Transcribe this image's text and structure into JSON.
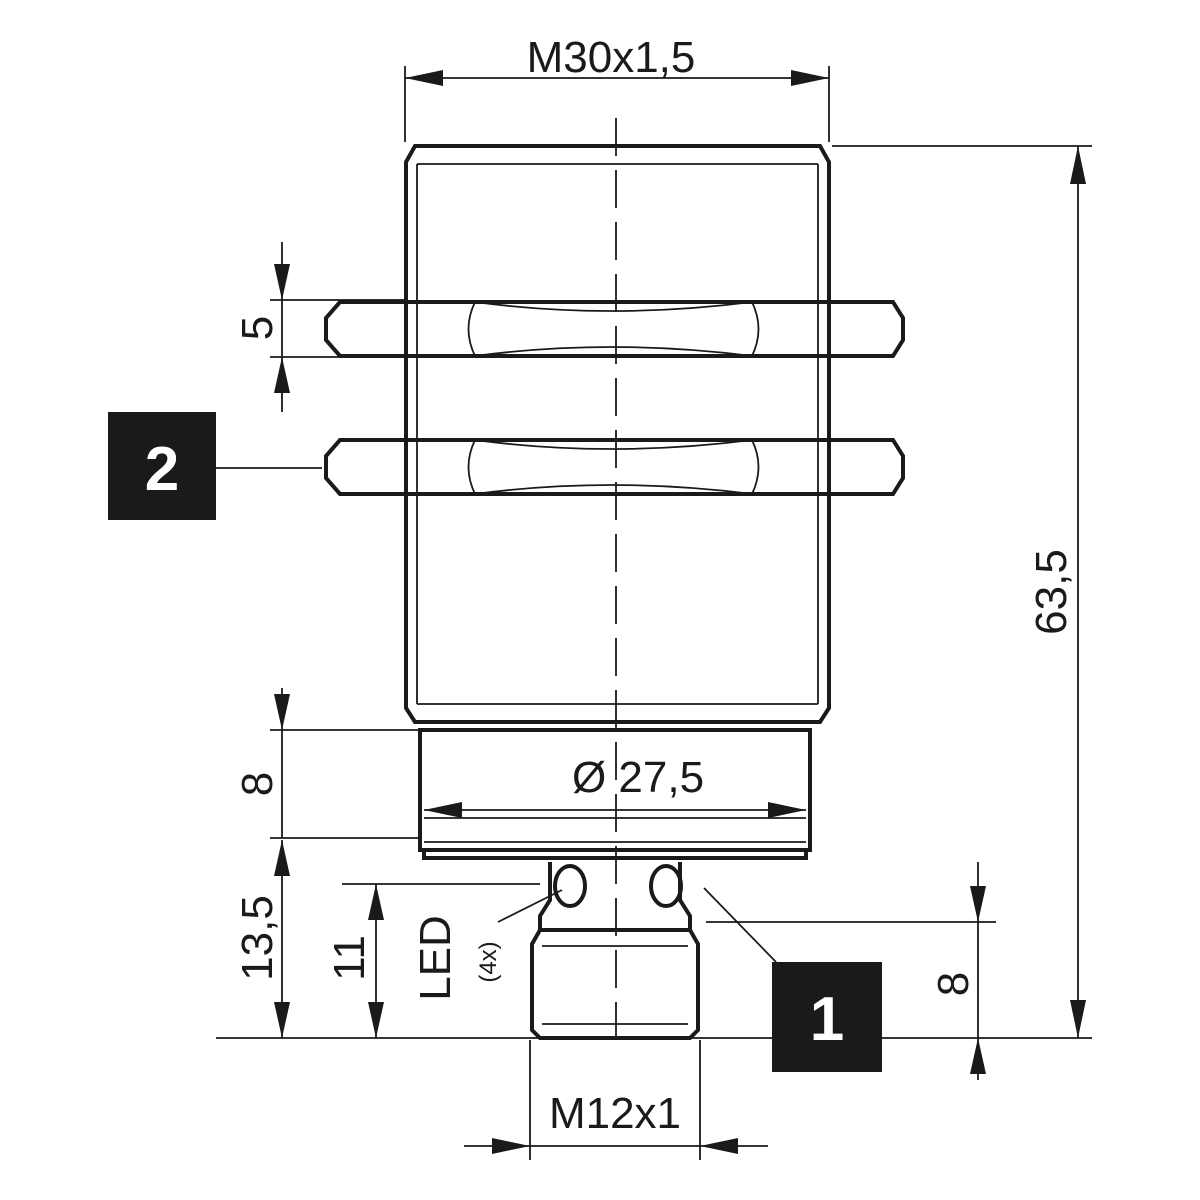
{
  "dimensions": {
    "thread_main": "M30x1,5",
    "nut_thickness": "5",
    "total_length": "63,5",
    "collar_height": "8",
    "collar_diameter": "Ø 27,5",
    "lower_length": "13,5",
    "led_height": "11",
    "connector_length": "8",
    "connector_thread": "M12x1"
  },
  "led": {
    "label": "LED",
    "count": "(4x)"
  },
  "callouts": {
    "connector": "1",
    "nut": "2"
  }
}
